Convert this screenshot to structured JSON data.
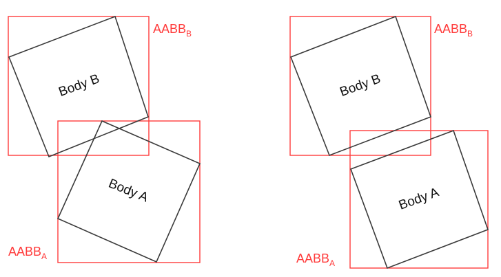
{
  "colors": {
    "aabb": "#ff3b3b",
    "body_outline": "#3a3a3a",
    "text": "#111111"
  },
  "panels": [
    {
      "body_b": {
        "label": "Body B"
      },
      "body_a": {
        "label": "Body A"
      },
      "aabb_b": {
        "main": "AABB",
        "sub": "B"
      },
      "aabb_a": {
        "main": "AABB",
        "sub": "A"
      }
    },
    {
      "body_b": {
        "label": "Body B"
      },
      "body_a": {
        "label": "Body A"
      },
      "aabb_b": {
        "main": "AABB",
        "sub": "B"
      },
      "aabb_a": {
        "main": "AABB",
        "sub": "A"
      }
    }
  ]
}
